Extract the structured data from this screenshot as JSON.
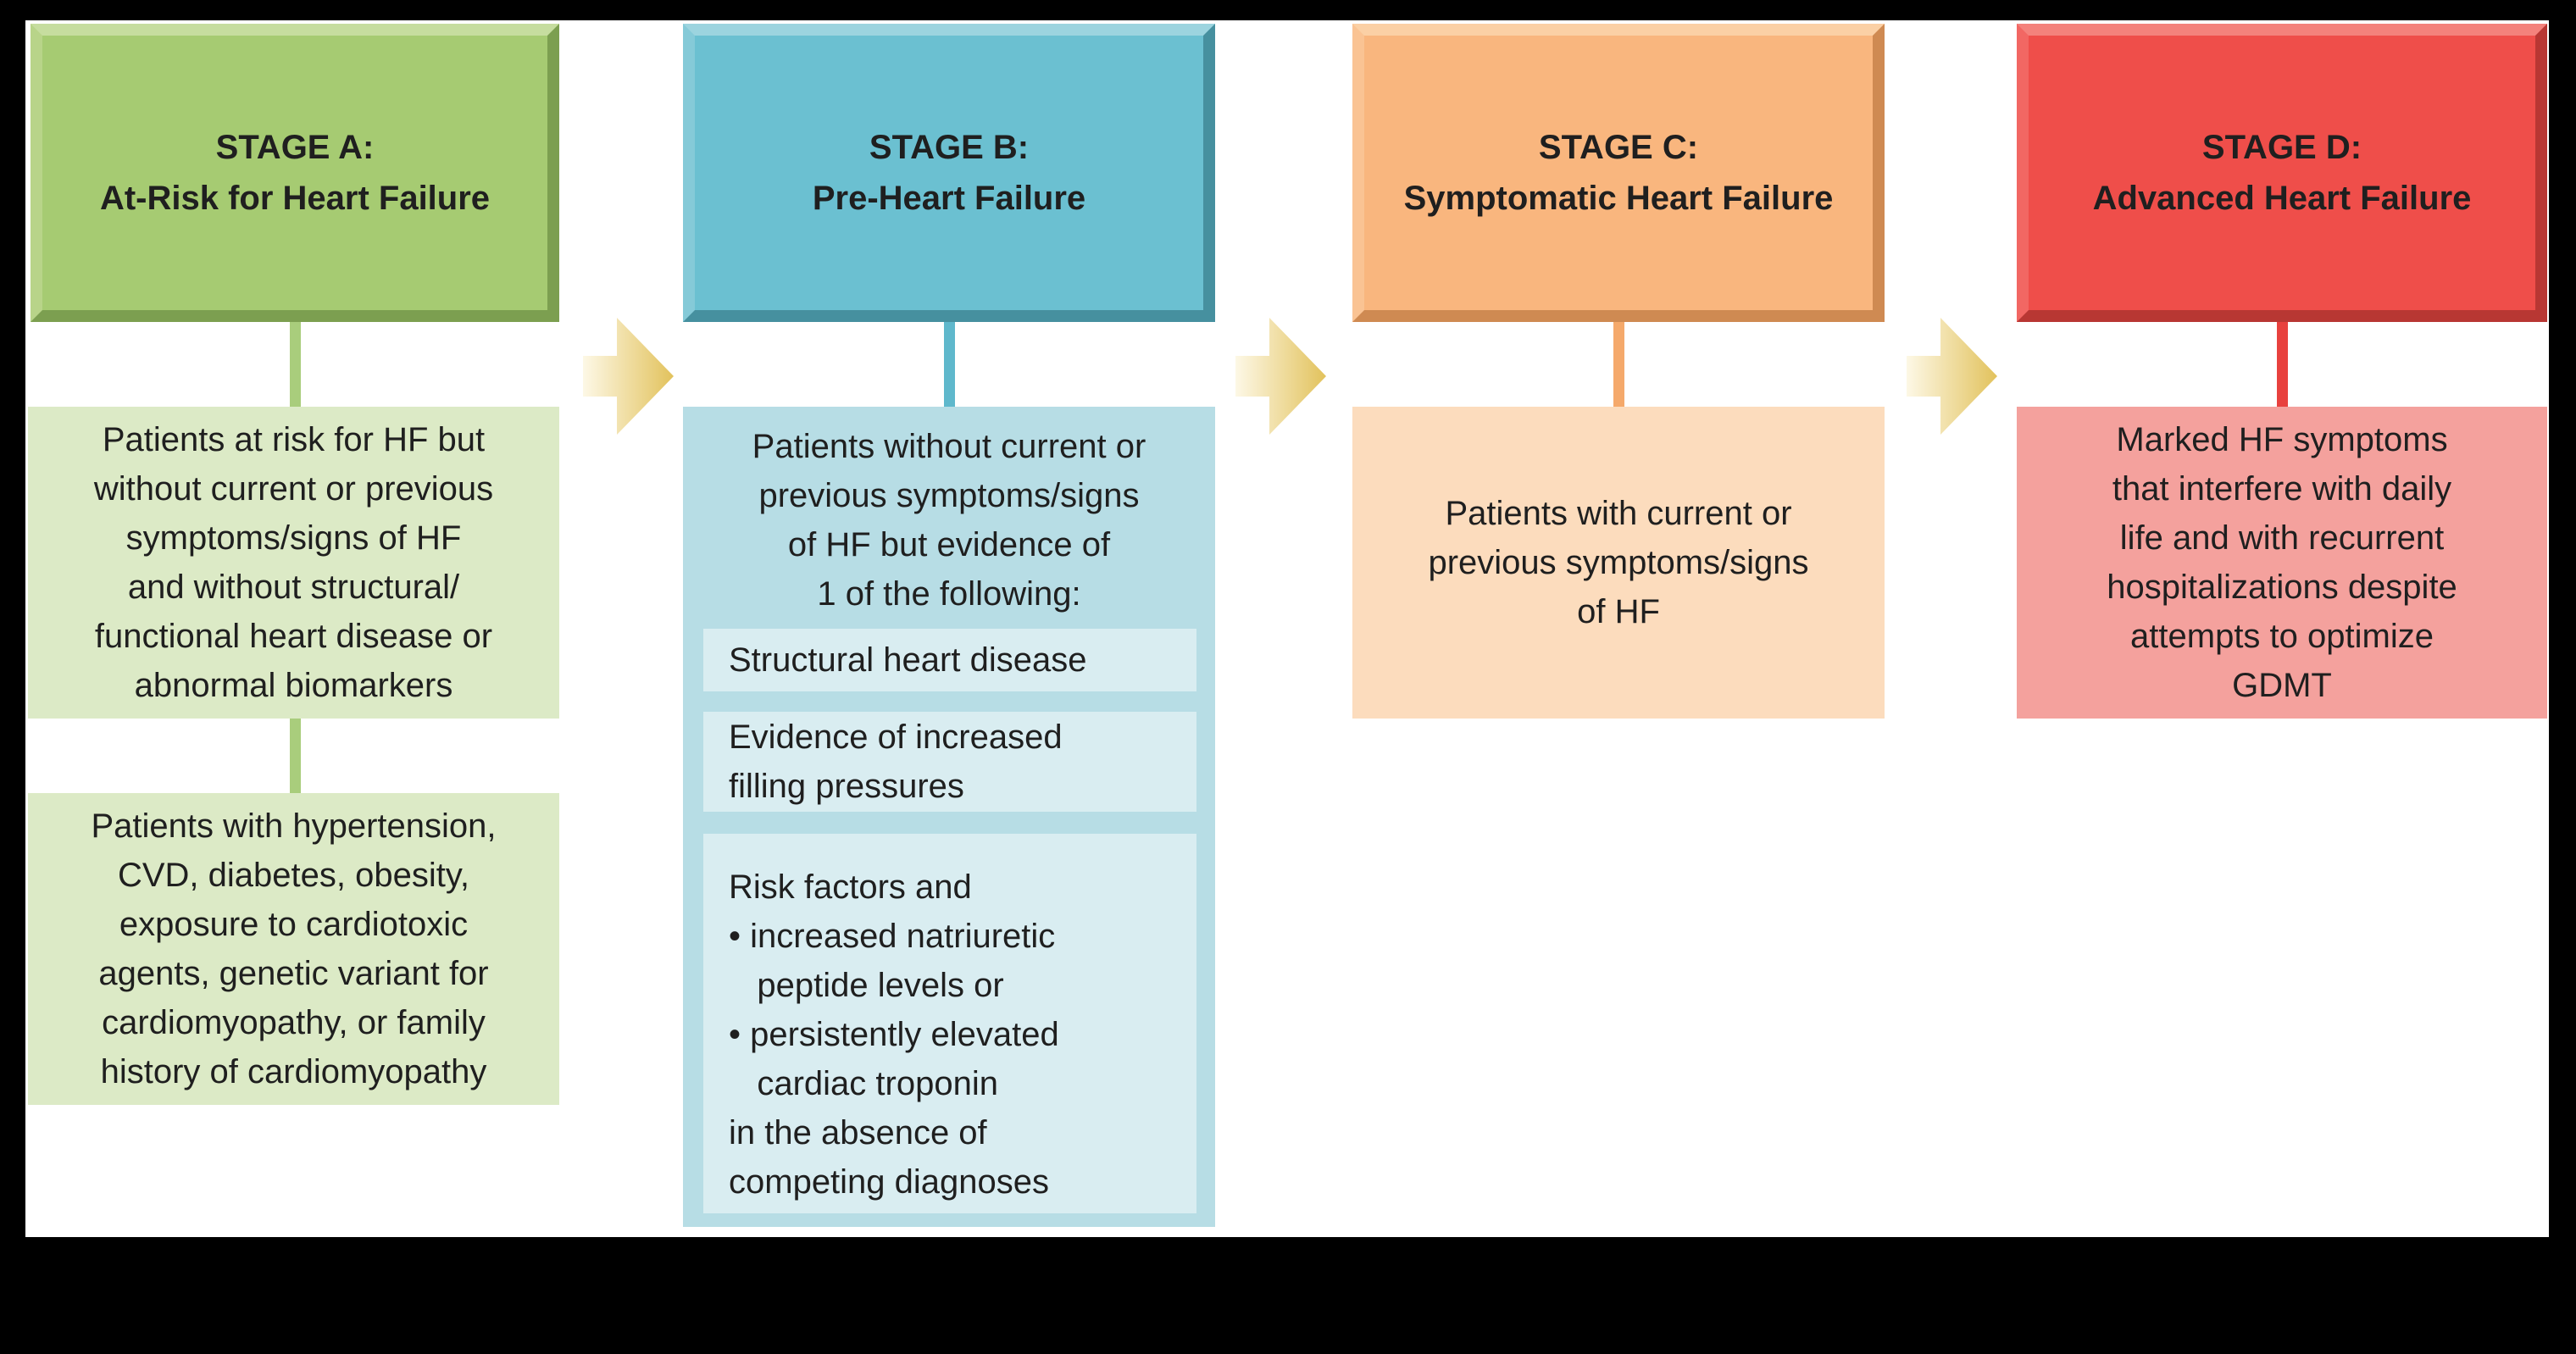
{
  "figure": {
    "subject": "Stages of Heart Failure flow diagram",
    "stages": [
      {
        "letter": "A",
        "header": "STAGE A:\nAt-Risk for Heart Failure",
        "risk_box": "Patients at risk for HF but\nwithout current or previous\nsymptoms/signs of HF\nand without structural/\nfunctional heart disease or\nabnormal biomarkers",
        "population_box": "Patients with hypertension,\nCVD, diabetes, obesity,\nexposure to cardiotoxic\nagents, genetic variant for\ncardiomyopathy, or family\nhistory of cardiomyopathy"
      },
      {
        "letter": "B",
        "header": "STAGE B:\nPre-Heart Failure",
        "intro": "Patients without current or\nprevious symptoms/signs\nof HF but evidence of\n1 of the following:",
        "criteria": [
          "Structural heart disease",
          "Evidence of increased\nfilling pressures",
          "Risk factors and\n• increased natriuretic\n   peptide levels or\n• persistently elevated\n   cardiac troponin\nin the absence of\ncompeting diagnoses"
        ]
      },
      {
        "letter": "C",
        "header": "STAGE C:\nSymptomatic Heart Failure",
        "box": "Patients with current or\nprevious symptoms/signs\nof HF"
      },
      {
        "letter": "D",
        "header": "STAGE D:\nAdvanced Heart Failure",
        "box": "Marked HF symptoms\nthat interfere with daily\nlife and with recurrent\nhospitalizations despite\nattempts to optimize\nGDMT"
      }
    ],
    "colors": {
      "stage_a": {
        "header": "#a6cb72",
        "connector": "#a9cd7c",
        "content_bg": "#dceac6"
      },
      "stage_b": {
        "header": "#6bc0d1",
        "connector": "#5fb8cc",
        "content_bg": "#b7dde5",
        "criteria_bg": "#d9edf1"
      },
      "stage_c": {
        "header": "#f9b67e",
        "connector": "#f5a96b",
        "content_bg": "#fcdcbd"
      },
      "stage_d": {
        "header": "#ef4e4a",
        "connector": "#e8413e",
        "content_bg": "#f4a19d"
      },
      "arrow_gradient_start": "#fdf8e6",
      "arrow_gradient_end": "#e2c25c",
      "background_border": "#000000",
      "panel_bg": "#ffffff",
      "text": "#1f1f1f"
    }
  }
}
